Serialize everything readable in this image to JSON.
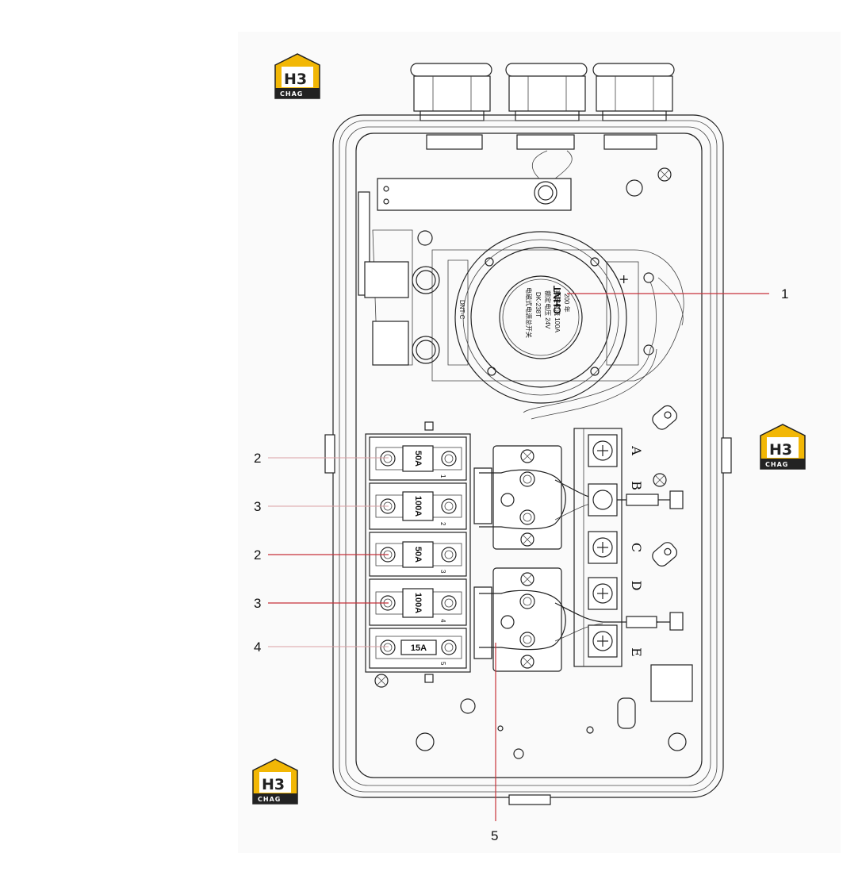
{
  "logo": {
    "mark": "H3",
    "sub": "CHAG",
    "color": "#f2b705"
  },
  "callouts": [
    "1",
    "2",
    "3",
    "2",
    "3",
    "4",
    "5"
  ],
  "fuses": [
    {
      "rating": "50A",
      "index": "1"
    },
    {
      "rating": "100A",
      "index": "2"
    },
    {
      "rating": "50A",
      "index": "3"
    },
    {
      "rating": "100A",
      "index": "4"
    },
    {
      "rating": "15A",
      "index": "5"
    }
  ],
  "terminals": [
    "A",
    "B",
    "C",
    "D",
    "E"
  ],
  "relay": {
    "brand": "CHNT",
    "side_mark": "DNT-C",
    "lines": [
      "电磁式电源总开关",
      "DK-238T",
      "额定电压 24V",
      "额定电流 100A",
      "200 年"
    ]
  }
}
